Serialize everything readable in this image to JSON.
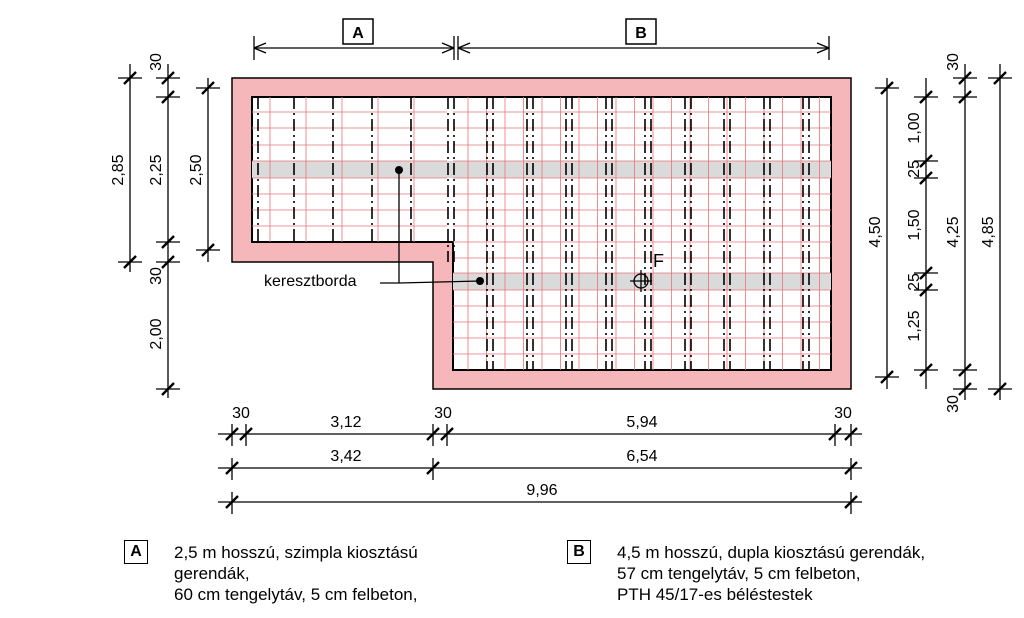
{
  "colors": {
    "slab_edge": "#f6b7bb",
    "beam_grid": "#e8747a",
    "rib_band": "#dadada",
    "ink": "#000000"
  },
  "top_markers": {
    "a": "A",
    "b": "B"
  },
  "left_dims": {
    "d285": "2,85",
    "d225": "2,25",
    "d250": "2,50",
    "d30a": "30",
    "d30b": "30",
    "d200": "2,00"
  },
  "right_dims": {
    "d30a": "30",
    "d100": "1,00",
    "d25a": "25",
    "d150": "1,50",
    "d25b": "25",
    "d125": "1,25",
    "d450": "4,50",
    "d425": "4,25",
    "d485": "4,85",
    "d30b": "30"
  },
  "bottom_dims": {
    "r1_30a": "30",
    "r1_312": "3,12",
    "r1_30b": "30",
    "r1_594": "5,94",
    "r1_30c": "30",
    "r2_342": "3,42",
    "r2_654": "6,54",
    "r3_996": "9,96"
  },
  "labels": {
    "rib": "keresztborda",
    "point": "F"
  },
  "legend": {
    "a": {
      "key": "A",
      "lines": [
        "2,5 m hosszú, szimpla kiosztású",
        "gerendák,",
        "60 cm tengelytáv, 5 cm felbeton,"
      ]
    },
    "b": {
      "key": "B",
      "lines": [
        "4,5 m hosszú, dupla kiosztású gerendák,",
        "57 cm tengelytáv, 5 cm felbeton,",
        "PTH 45/17-es béléstestek"
      ]
    }
  }
}
